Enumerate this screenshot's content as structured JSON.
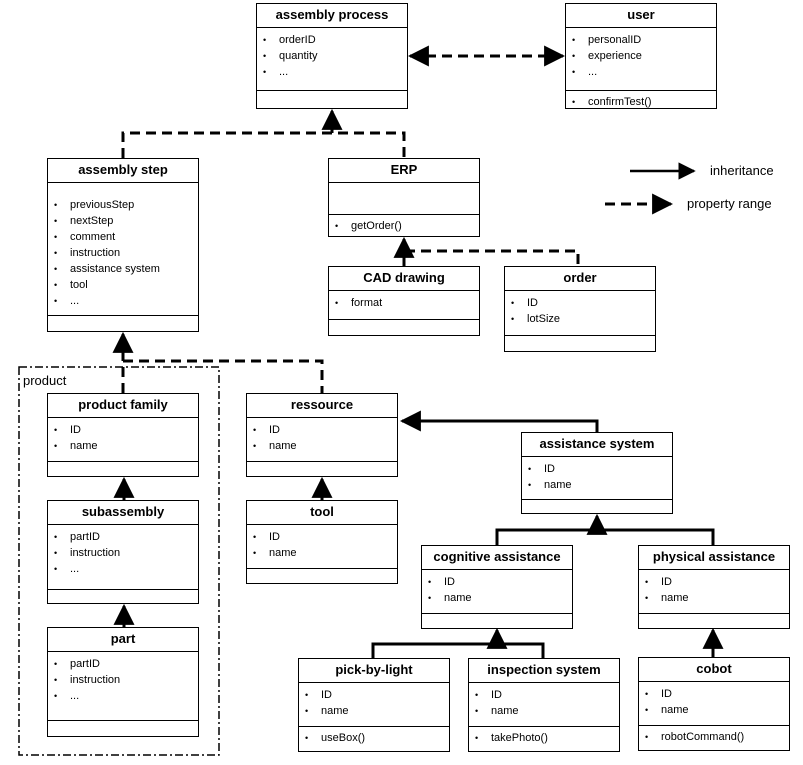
{
  "package": {
    "label": "product"
  },
  "legend": {
    "inheritance": "inheritance",
    "property_range": "property range"
  },
  "classes": {
    "assembly_process": {
      "title": "assembly process",
      "attrs": [
        "orderID",
        "quantity",
        "..."
      ],
      "methods": []
    },
    "user": {
      "title": "user",
      "attrs": [
        "personalID",
        "experience",
        "..."
      ],
      "methods": [
        "confirmTest()"
      ]
    },
    "assembly_step": {
      "title": "assembly step",
      "attrs": [
        "previousStep",
        "nextStep",
        "comment",
        "instruction",
        "assistance system",
        "tool",
        "..."
      ],
      "methods": []
    },
    "erp": {
      "title": "ERP",
      "attrs": [],
      "methods": [
        "getOrder()"
      ]
    },
    "cad_drawing": {
      "title": "CAD drawing",
      "attrs": [
        "format"
      ],
      "methods": []
    },
    "order": {
      "title": "order",
      "attrs": [
        "ID",
        "lotSize"
      ],
      "methods": []
    },
    "product_family": {
      "title": "product family",
      "attrs": [
        "ID",
        "name"
      ],
      "methods": []
    },
    "subassembly": {
      "title": "subassembly",
      "attrs": [
        "partID",
        "instruction",
        "..."
      ],
      "methods": []
    },
    "part": {
      "title": "part",
      "attrs": [
        "partID",
        "instruction",
        "..."
      ],
      "methods": []
    },
    "ressource": {
      "title": "ressource",
      "attrs": [
        "ID",
        "name"
      ],
      "methods": []
    },
    "tool": {
      "title": "tool",
      "attrs": [
        "ID",
        "name"
      ],
      "methods": []
    },
    "assistance_system": {
      "title": "assistance system",
      "attrs": [
        "ID",
        "name"
      ],
      "methods": []
    },
    "cognitive_assistance": {
      "title": "cognitive assistance",
      "attrs": [
        "ID",
        "name"
      ],
      "methods": []
    },
    "physical_assistance": {
      "title": "physical assistance",
      "attrs": [
        "ID",
        "name"
      ],
      "methods": []
    },
    "pick_by_light": {
      "title": "pick-by-light",
      "attrs": [
        "ID",
        "name"
      ],
      "methods": [
        "useBox()"
      ]
    },
    "inspection_system": {
      "title": "inspection system",
      "attrs": [
        "ID",
        "name"
      ],
      "methods": [
        "takePhoto()"
      ]
    },
    "cobot": {
      "title": "cobot",
      "attrs": [
        "ID",
        "name"
      ],
      "methods": [
        "robotCommand()"
      ]
    }
  }
}
